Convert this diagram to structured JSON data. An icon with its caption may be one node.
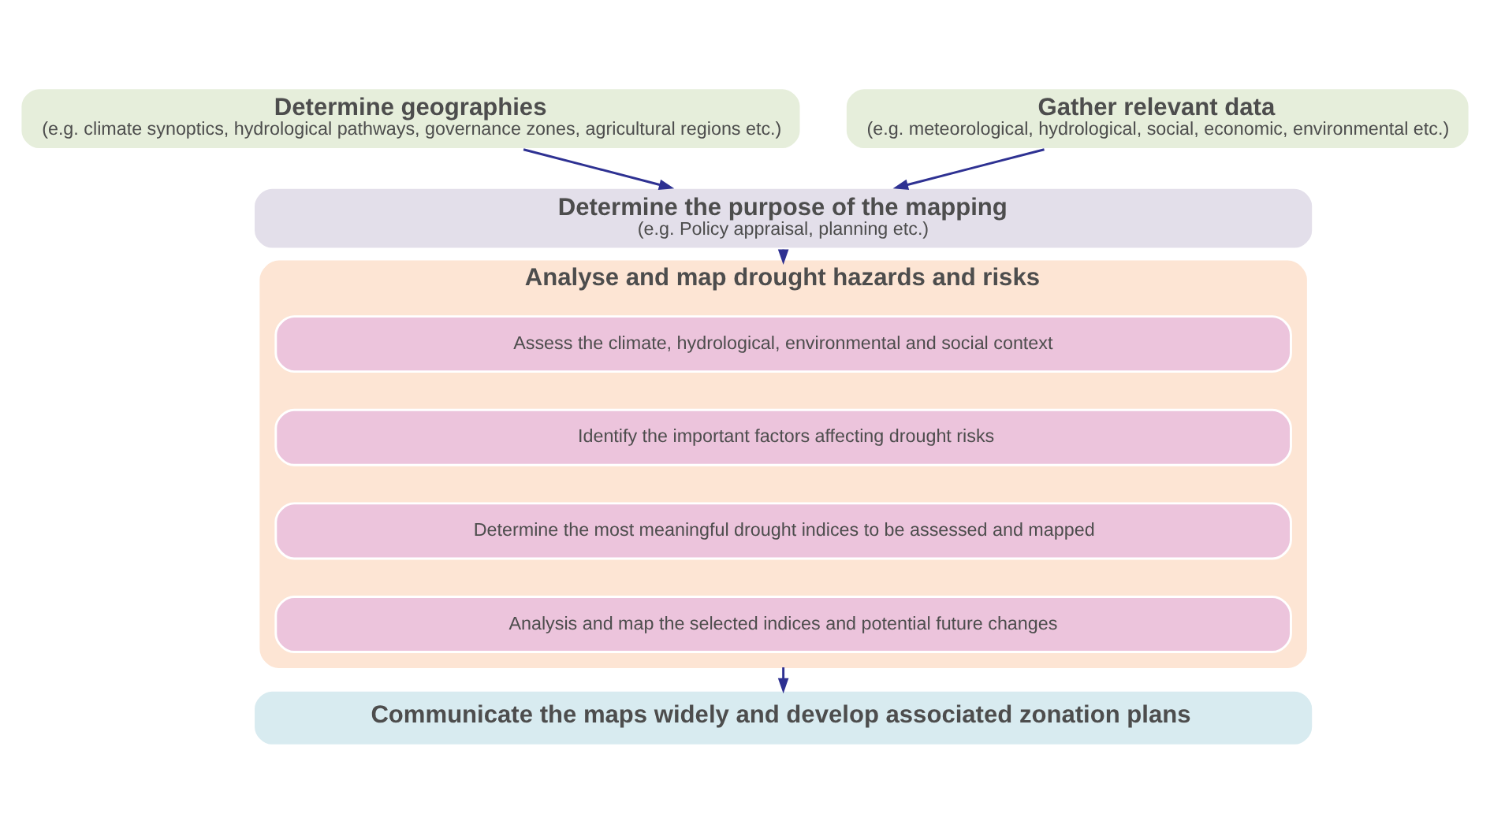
{
  "diagram": {
    "nodes": [
      {
        "text": [
          "Determine geographies",
          "(e.g. climate synoptics, hydrological pathways, governance zones, agricultural regions etc.)"
        ]
      },
      {
        "text": [
          "Gather relevant data",
          "(e.g. meteorological, hydrological, social, economic, environmental etc.)"
        ]
      },
      {
        "text": [
          "Determine the purpose of the mapping",
          "(e.g. Policy appraisal, planning etc.)"
        ]
      },
      {
        "text": [
          "Analyse and map drought hazards and risks"
        ]
      },
      {
        "text": [
          "Assess the climate, hydrological, environmental and social context"
        ],
        "in": 3
      },
      {
        "text": [
          "Identify the important factors affecting drought risks"
        ],
        "in": 3
      },
      {
        "text": [
          "Determine the most meaningful drought indices to be assessed and mapped"
        ],
        "in": 3
      },
      {
        "text": [
          "Analysis and map the selected indices and potential future changes"
        ],
        "in": 3
      },
      {
        "text": [
          "Communicate the maps widely and develop associated zonation plans"
        ]
      }
    ],
    "edges": [
      {
        "from": 0,
        "to": 2,
        "arrow": "to"
      },
      {
        "from": 1,
        "to": 2,
        "arrow": "to"
      },
      {
        "from": 2,
        "to": 3,
        "arrow": "to"
      },
      {
        "from": 3,
        "to": 8,
        "arrow": "to"
      }
    ]
  }
}
